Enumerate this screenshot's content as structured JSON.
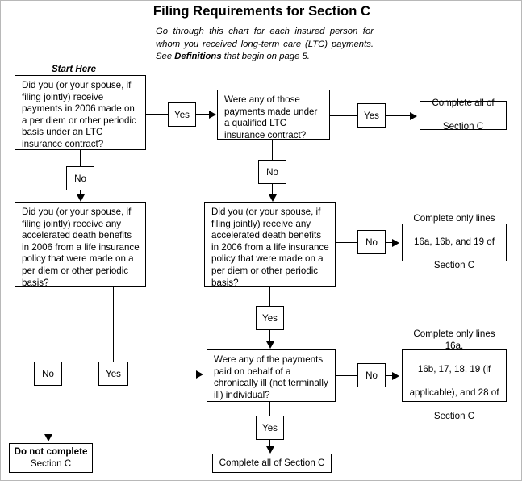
{
  "header": {
    "title": "Filing Requirements for Section C",
    "intro_part1": "Go through this chart for each insured person for whom you received long-term care (LTC) payments. See ",
    "intro_bold": "Definitions",
    "intro_part2": " that begin on page 5.",
    "start_label": "Start Here"
  },
  "nodes": {
    "q1": "Did you (or your spouse, if filing jointly) receive payments in 2006 made on a per diem or other periodic basis under an LTC insurance contract?",
    "q2": "Were any of those payments made under a qualified LTC insurance contract?",
    "q3": "Did you (or your spouse, if filing jointly) receive any accelerated death benefits in 2006 from a life insurance policy that were made on a per diem or other periodic basis?",
    "q4": "Did you (or your spouse, if filing jointly) receive any accelerated death benefits in 2006 from a life insurance policy that were made on a per diem or other periodic basis?",
    "q5": "Were any of the payments paid on behalf of a chronically ill (not terminally ill) individual?",
    "out1_line1": "Complete all of",
    "out1_line2": "Section C",
    "out2_line1": "Complete only lines",
    "out2_line2": "16a, 16b, and 19 of",
    "out2_line3": "Section C",
    "out3_line1": "Complete only lines 16a,",
    "out3_line2": "16b, 17, 18, 19 (if",
    "out3_line3": "applicable), and 28 of",
    "out3_line4": "Section C",
    "out4_bold": "Do not complete",
    "out4_line2": "Section C",
    "out5": "Complete all of Section C"
  },
  "labels": {
    "q1_yes": "Yes",
    "q1_no": "No",
    "q2_yes": "Yes",
    "q2_no": "No",
    "q3_no": "No",
    "q3_yes": "Yes",
    "q4_no": "No",
    "q4_yes": "Yes",
    "q5_no": "No",
    "q5_yes": "Yes"
  },
  "colors": {
    "line": "#000000",
    "background": "#ffffff",
    "text": "#000000"
  }
}
